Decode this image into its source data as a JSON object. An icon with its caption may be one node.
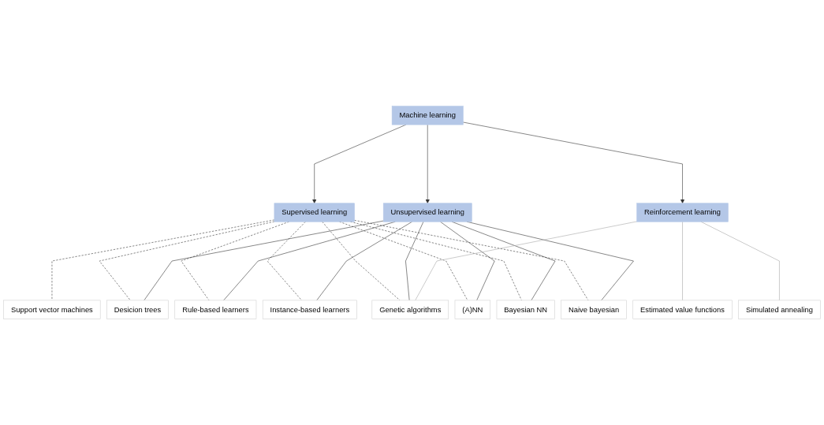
{
  "diagram": {
    "nodes": [
      {
        "text": [
          "Machine learning"
        ]
      },
      {
        "text": [
          "Supervised learning"
        ]
      },
      {
        "text": [
          "Unsupervised learning"
        ]
      },
      {
        "text": [
          "Reinforcement learning"
        ]
      },
      {
        "text": [
          "Desicion trees"
        ]
      },
      {
        "text": [
          "Rule-based learners"
        ]
      },
      {
        "text": [
          "Instance-based learners"
        ]
      },
      {
        "text": [
          "Genetic algorithms"
        ]
      },
      {
        "text": [
          "(A)NN"
        ]
      },
      {
        "text": [
          "Bayesian NN"
        ]
      },
      {
        "text": [
          "Naive bayesian"
        ]
      },
      {
        "text": [
          "Support vector machines"
        ]
      },
      {
        "text": [
          "Estimated value functions"
        ]
      },
      {
        "text": [
          "Simulated annealing"
        ]
      }
    ],
    "edges": [
      {
        "from": 0,
        "to": 1,
        "arrow": "to"
      },
      {
        "from": 0,
        "to": 2,
        "arrow": "to"
      },
      {
        "from": 0,
        "to": 3,
        "arrow": "to"
      },
      {
        "from": 1,
        "to": 11,
        "arrow": "none",
        "style": "dashed"
      },
      {
        "from": 1,
        "to": 4,
        "arrow": "none",
        "style": "dashed"
      },
      {
        "from": 1,
        "to": 5,
        "arrow": "none",
        "style": "dashed"
      },
      {
        "from": 1,
        "to": 6,
        "arrow": "none",
        "style": "dashed"
      },
      {
        "from": 1,
        "to": 7,
        "arrow": "none",
        "style": "dashed"
      },
      {
        "from": 1,
        "to": 8,
        "arrow": "none",
        "style": "dashed"
      },
      {
        "from": 1,
        "to": 9,
        "arrow": "none",
        "style": "dashed"
      },
      {
        "from": 1,
        "to": 10,
        "arrow": "none",
        "style": "dashed"
      },
      {
        "from": 2,
        "to": 4,
        "arrow": "none"
      },
      {
        "from": 2,
        "to": 5,
        "arrow": "none"
      },
      {
        "from": 2,
        "to": 6,
        "arrow": "none"
      },
      {
        "from": 2,
        "to": 7,
        "arrow": "none"
      },
      {
        "from": 2,
        "to": 8,
        "arrow": "none"
      },
      {
        "from": 2,
        "to": 9,
        "arrow": "none"
      },
      {
        "from": 2,
        "to": 10,
        "arrow": "none"
      },
      {
        "from": 3,
        "to": 7,
        "arrow": "none",
        "color": "#a6a6a6"
      },
      {
        "from": 3,
        "to": 12,
        "arrow": "none",
        "color": "#a6a6a6"
      },
      {
        "from": 3,
        "to": 13,
        "arrow": "none",
        "color": "#a6a6a6"
      }
    ]
  }
}
